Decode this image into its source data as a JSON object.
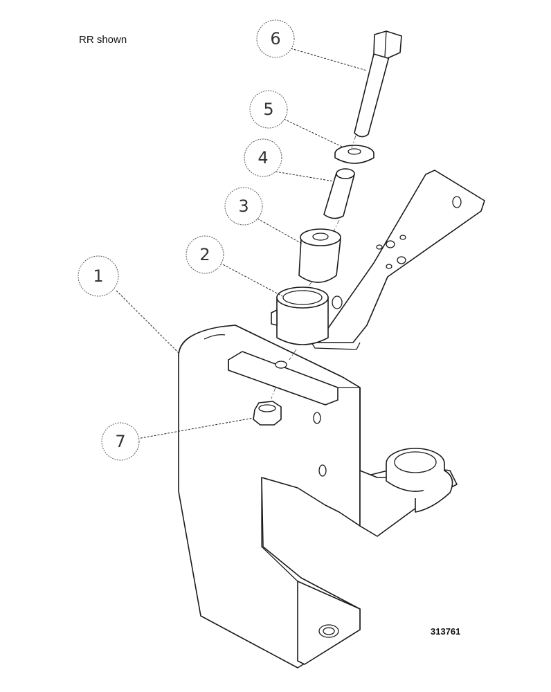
{
  "note": "RR shown",
  "reference_number": "313761",
  "callouts": [
    {
      "id": "1",
      "label": "1"
    },
    {
      "id": "2",
      "label": "2"
    },
    {
      "id": "3",
      "label": "3"
    },
    {
      "id": "4",
      "label": "4"
    },
    {
      "id": "5",
      "label": "5"
    },
    {
      "id": "6",
      "label": "6"
    },
    {
      "id": "7",
      "label": "7"
    }
  ],
  "colors": {
    "line": "#1a1a1a",
    "background": "#ffffff"
  }
}
